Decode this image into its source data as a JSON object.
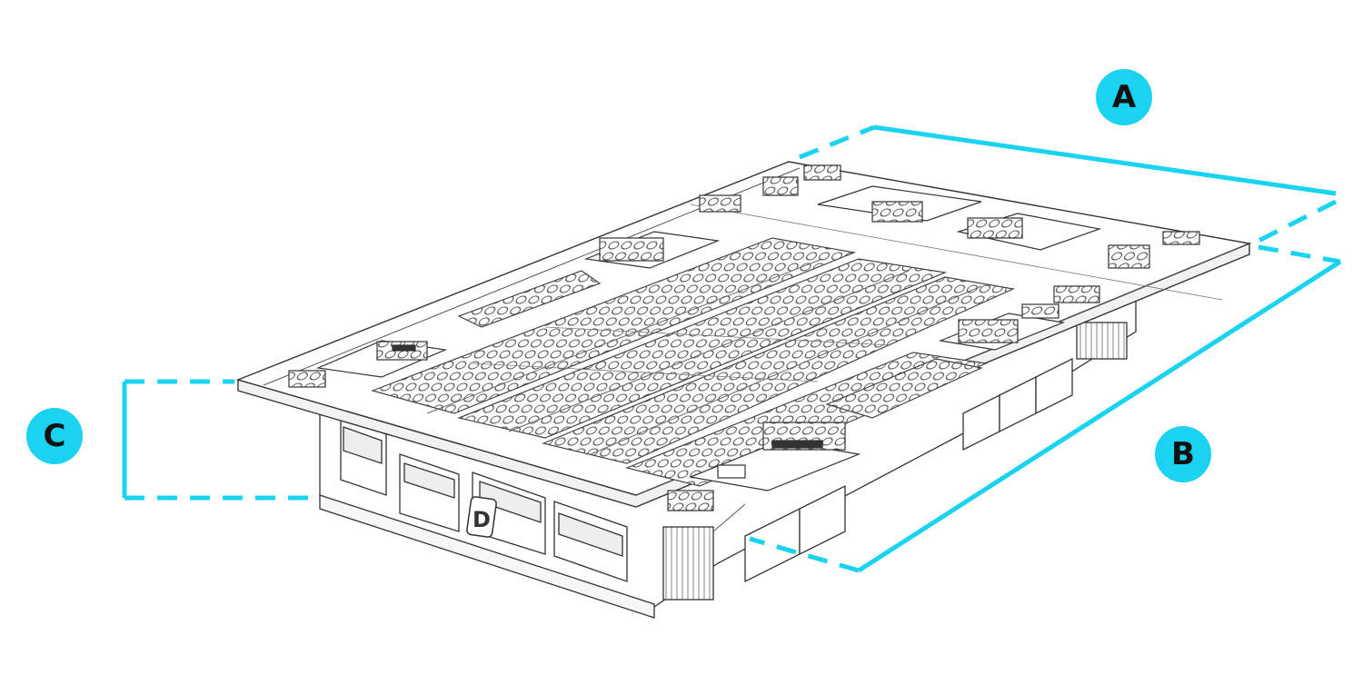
{
  "diagram": {
    "dimension_labels": {
      "a": "A",
      "b": "B",
      "c": "C"
    },
    "module_marking": "D",
    "colors": {
      "dimension_line": "#19d3f0",
      "badge_fill": "#19d3f0",
      "badge_text": "#111111",
      "drawing_line": "#333333",
      "background": "#ffffff"
    }
  }
}
